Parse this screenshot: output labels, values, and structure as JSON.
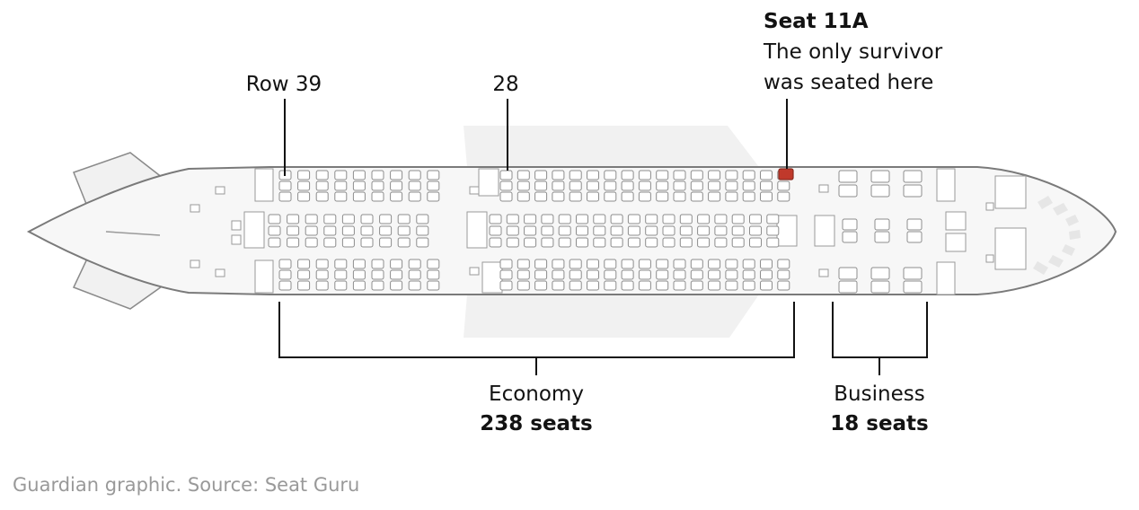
{
  "labels": {
    "row39": "Row 39",
    "row28": "28",
    "seat11a_title": "Seat 11A",
    "seat11a_line1": "The only survivor",
    "seat11a_line2": "was seated here",
    "economy_name": "Economy",
    "economy_count": "238 seats",
    "business_name": "Business",
    "business_count": "18 seats"
  },
  "source": "Guardian graphic. Source: Seat Guru",
  "colors": {
    "highlight_seat": "#c0392b",
    "text": "#121212",
    "source_text": "#999999",
    "outline": "#7a7a7a"
  }
}
